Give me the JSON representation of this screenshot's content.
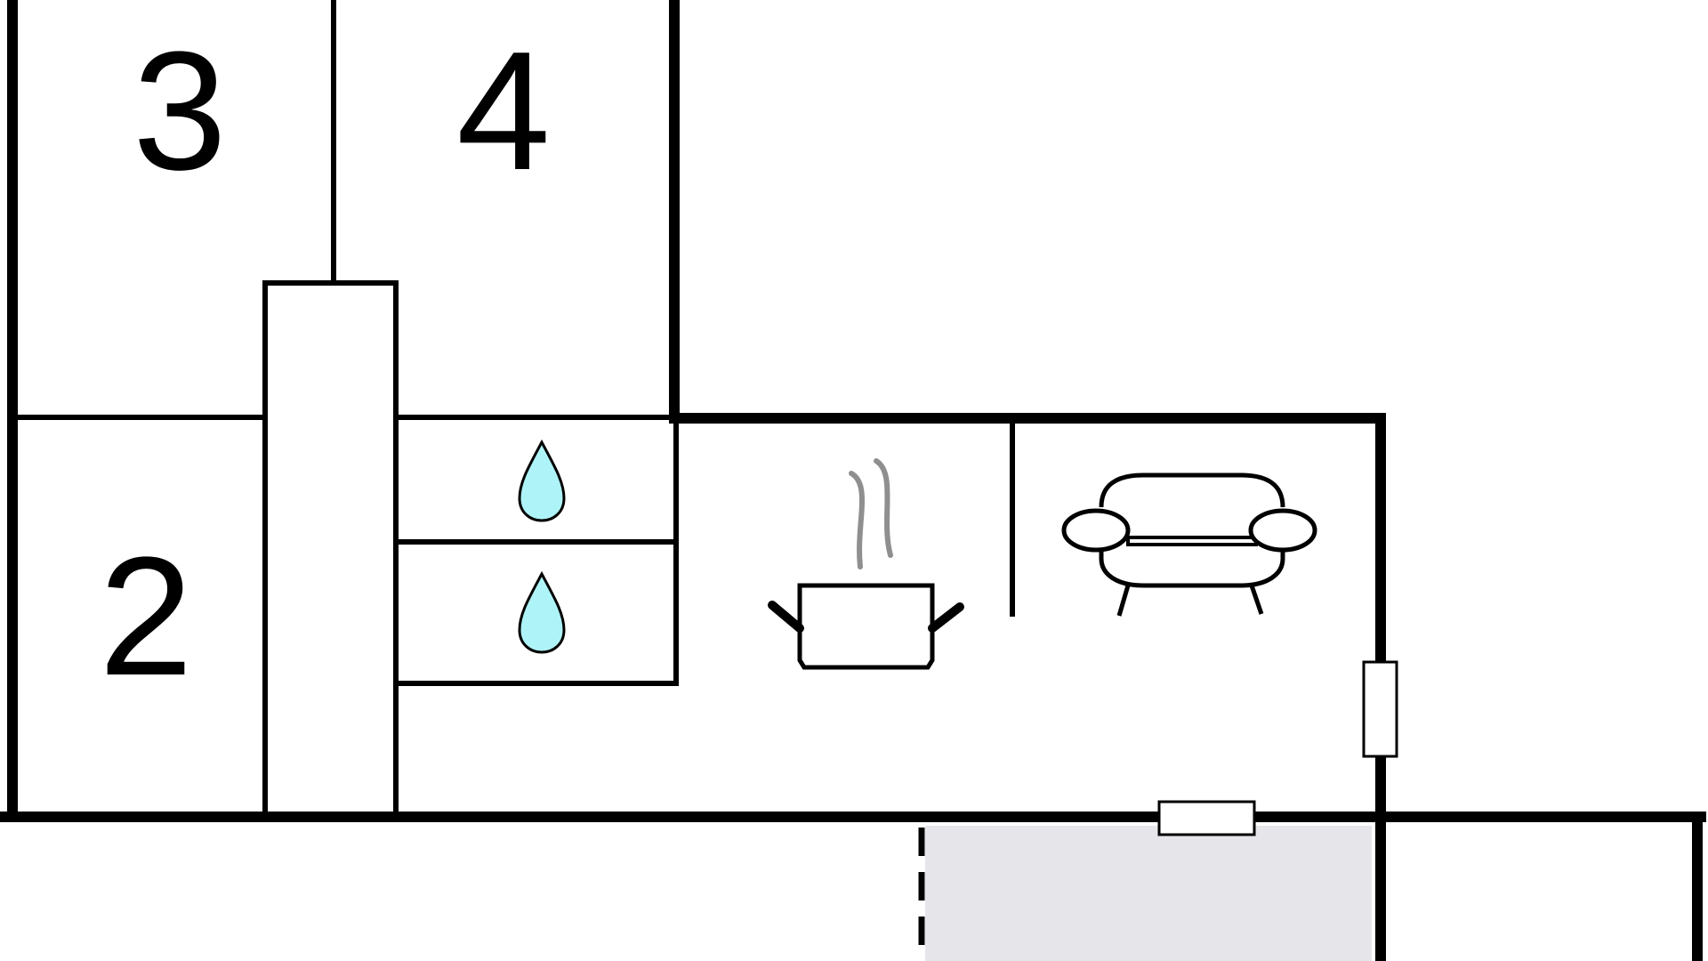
{
  "rooms": {
    "room_3": "3",
    "room_4": "4",
    "room_2": "2"
  },
  "icons": {
    "bathroom_1": "water-drop-icon",
    "bathroom_2": "water-drop-icon",
    "kitchen": "cooking-pot-icon",
    "living": "sofa-icon"
  },
  "colors": {
    "wall": "#000000",
    "water_drop": "#aef3f7",
    "steam": "#8f8f8f",
    "terrace": "#e6e6ea",
    "background": "#ffffff"
  }
}
